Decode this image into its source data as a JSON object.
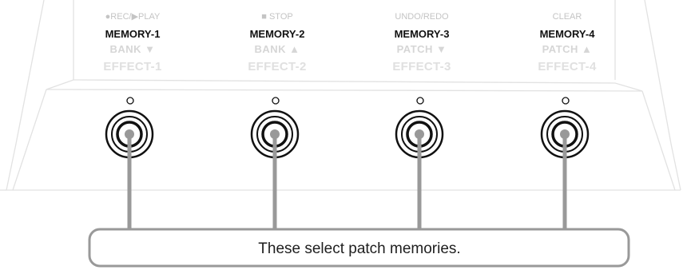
{
  "switches": [
    {
      "top_label": "●REC/▶PLAY",
      "memory_label": "MEMORY-1",
      "bank_label": "BANK ▼",
      "effect_label": "EFFECT-1"
    },
    {
      "top_label": "■ STOP",
      "memory_label": "MEMORY-2",
      "bank_label": "BANK ▲",
      "effect_label": "EFFECT-2"
    },
    {
      "top_label": "UNDO/REDO",
      "memory_label": "MEMORY-3",
      "bank_label": "PATCH ▼",
      "effect_label": "EFFECT-3"
    },
    {
      "top_label": "CLEAR",
      "memory_label": "MEMORY-4",
      "bank_label": "PATCH ▲",
      "effect_label": "EFFECT-4"
    }
  ],
  "callout": {
    "text": "These select patch memories."
  },
  "colors": {
    "panel_outline": "#e2e2e2",
    "connector_line": "#999999",
    "switch_ring": "#111111",
    "callout_border": "#999999"
  }
}
